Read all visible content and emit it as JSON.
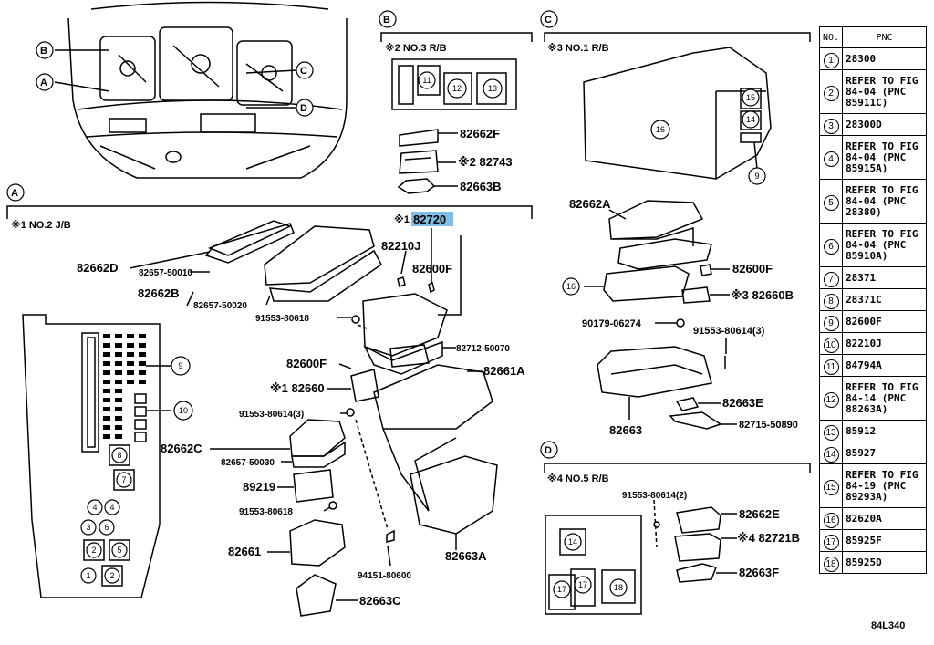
{
  "diagram_code": "84L340",
  "highlighted_part": "82720",
  "sections": {
    "A": {
      "letter": "A",
      "header": "※1 NO.2 J/B"
    },
    "B": {
      "letter": "B",
      "header": "※2 NO.3 R/B"
    },
    "C": {
      "letter": "C",
      "header": "※3 NO.1 R/B"
    },
    "D": {
      "letter": "D",
      "header": "※4 NO.5 R/B"
    }
  },
  "car_callouts": [
    "B",
    "A",
    "C",
    "D"
  ],
  "labels": {
    "l_82662F": "82662F",
    "l_82743": "※2 82743",
    "l_82663B": "82663B",
    "l_82662A": "82662A",
    "l_82600F_c": "82600F",
    "l_82660B": "※3 82660B",
    "l_90179": "90179-06274",
    "l_91553c": "91553-80614(3)",
    "l_82663E": "82663E",
    "l_82663": "82663",
    "l_82715": "82715-50890",
    "l_82720_pre": "※1",
    "l_82720": "82720",
    "l_82210J": "82210J",
    "l_82600F_a1": "82600F",
    "l_82662D": "82662D",
    "l_82657_50010": "82657-50010",
    "l_82662B": "82662B",
    "l_82657_50020": "82657-50020",
    "l_91553_80618a": "91553-80618",
    "l_82712": "82712-50070",
    "l_82600F_a2": "82600F",
    "l_82661A": "82661A",
    "l_82660": "※1 82660",
    "l_91553a3": "91553-80614(3)",
    "l_82662C": "82662C",
    "l_82657_50030": "82657-50030",
    "l_89219": "89219",
    "l_91553_80618b": "91553-80618",
    "l_82661": "82661",
    "l_82663A": "82663A",
    "l_94151": "94151-80600",
    "l_82663C": "82663C",
    "l_91553d": "91553-80614(2)",
    "l_82662E": "82662E",
    "l_82721B": "※4 82721B",
    "l_82663F": "82663F"
  },
  "callout_numbers": {
    "b11": "11",
    "b12": "12",
    "b13": "13",
    "c15": "15",
    "c14": "14",
    "c16": "16",
    "c9": "9",
    "c16b": "16",
    "a9": "9",
    "a10": "10",
    "a8": "8",
    "a7": "7",
    "a4a": "4",
    "a4b": "4",
    "a3": "3",
    "a6": "6",
    "a2a": "2",
    "a5": "5",
    "a1": "1",
    "a2b": "2",
    "d14": "14",
    "d17a": "17",
    "d17b": "17",
    "d18": "18"
  },
  "pnc_table": {
    "header_no": "NO.",
    "header_pnc": "PNC",
    "rows": [
      {
        "no": "1",
        "pnc": "28300"
      },
      {
        "no": "2",
        "pnc": "REFER TO FIG 84-04 (PNC 85911C)"
      },
      {
        "no": "3",
        "pnc": "28300D"
      },
      {
        "no": "4",
        "pnc": "REFER TO FIG 84-04 (PNC 85915A)"
      },
      {
        "no": "5",
        "pnc": "REFER TO FIG 84-04 (PNC 28380)"
      },
      {
        "no": "6",
        "pnc": "REFER TO FIG 84-04 (PNC 85910A)"
      },
      {
        "no": "7",
        "pnc": "28371"
      },
      {
        "no": "8",
        "pnc": "28371C"
      },
      {
        "no": "9",
        "pnc": "82600F"
      },
      {
        "no": "10",
        "pnc": "82210J"
      },
      {
        "no": "11",
        "pnc": "84794A"
      },
      {
        "no": "12",
        "pnc": "REFER TO FIG 84-14 (PNC 88263A)"
      },
      {
        "no": "13",
        "pnc": "85912"
      },
      {
        "no": "14",
        "pnc": "85927"
      },
      {
        "no": "15",
        "pnc": "REFER TO FIG 84-19 (PNC 89293A)"
      },
      {
        "no": "16",
        "pnc": "82620A"
      },
      {
        "no": "17",
        "pnc": "85925F"
      },
      {
        "no": "18",
        "pnc": "85925D"
      }
    ]
  }
}
